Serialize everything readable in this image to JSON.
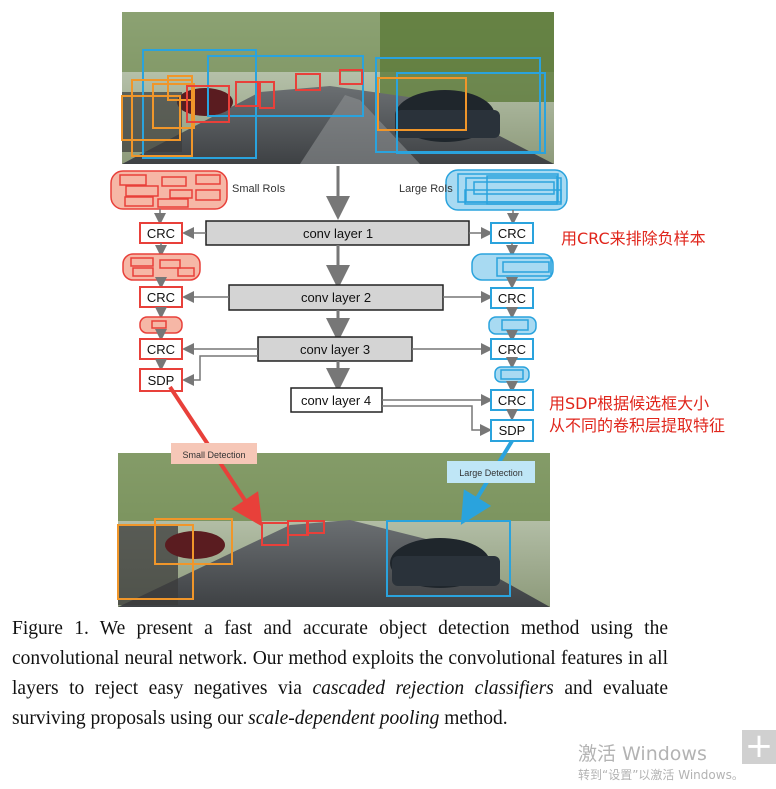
{
  "diagram": {
    "rois": {
      "small": "Small RoIs",
      "large": "Large RoIs"
    },
    "conv_layers": [
      "conv layer 1",
      "conv layer 2",
      "conv layer 3",
      "conv layer 4"
    ],
    "crc_label": "CRC",
    "sdp_label": "SDP",
    "small_detection": "Small Detection",
    "large_detection": "Large Detection",
    "colors": {
      "small": "#e8403a",
      "large": "#2aa3dd",
      "orange": "#f0962a",
      "conv": "#d4d4d4"
    }
  },
  "annotations": {
    "crc_note": "用CRC来排除负样本",
    "sdp_note_line1": "用SDP根据候选框大小",
    "sdp_note_line2": "从不同的卷积层提取特征"
  },
  "caption": {
    "part1": "Figure 1. We present a fast and accurate object detection method using the convolutional neural network. Our method exploits the convolutional features in all layers to reject easy negatives via ",
    "italic1": "cascaded rejection classifiers",
    "part2": " and evaluate surviving proposals using our ",
    "italic2": "scale-dependent pooling",
    "part3": " method."
  },
  "watermark": {
    "title": "激活 Windows",
    "subtitle": "转到“设置”以激活 Windows。"
  }
}
